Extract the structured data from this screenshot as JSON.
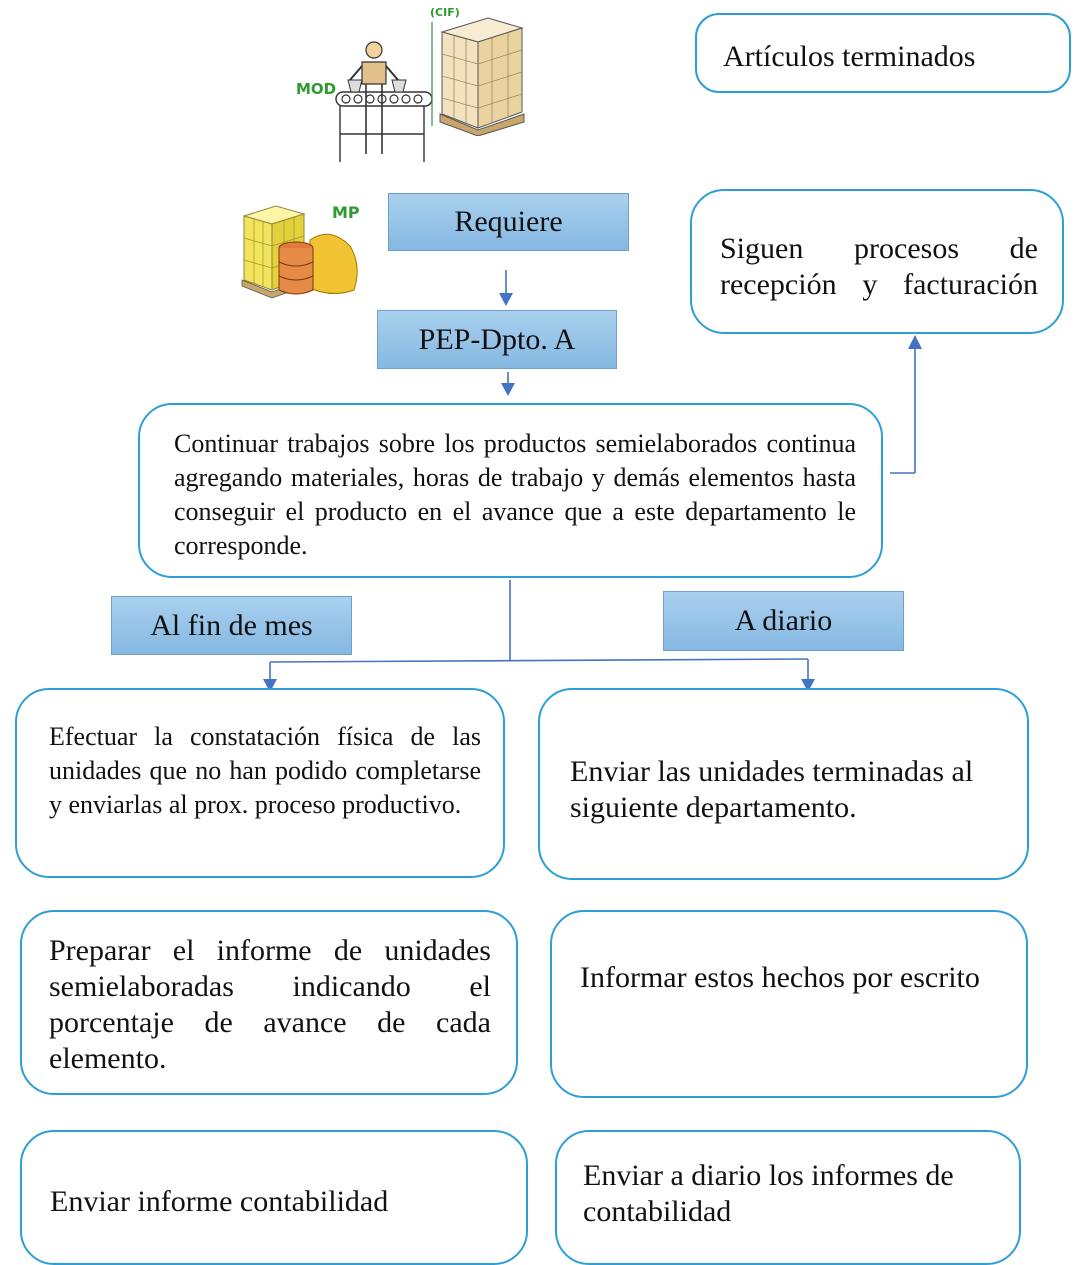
{
  "boxes": {
    "articulos": "Artículos terminados",
    "siguen": "Siguen procesos de recepción y facturación",
    "continuar": "Continuar trabajos sobre los productos semielaborados continua agregando materiales, horas de trabajo y demás elementos hasta conseguir el producto en el avance que a este departamento le corresponde.",
    "efectuar": "Efectuar la constatación física de las unidades que no han podido completarse y enviarlas al prox. proceso productivo.",
    "enviar_unidades": "Enviar las unidades terminadas al siguiente departamento.",
    "preparar": "Preparar el informe de unidades semielaboradas indicando el porcentaje de avance de cada elemento.",
    "informar": "Informar estos hechos por escrito",
    "enviar_informe": "Enviar informe contabilidad",
    "enviar_diario": "Enviar a diario los informes de contabilidad"
  },
  "labels": {
    "requiere": "Requiere",
    "pep": "PEP-Dpto. A",
    "fin_mes": "Al fin de mes",
    "a_diario": "A diario"
  },
  "picture_labels": {
    "mod": "MOD",
    "cif": "(CIF)",
    "mp": "MP"
  },
  "colors": {
    "box_border": "#2e9fd6",
    "label_fill": "#9cc6ea",
    "connector": "#4472c4",
    "icon_green": "#2f9a2f"
  }
}
